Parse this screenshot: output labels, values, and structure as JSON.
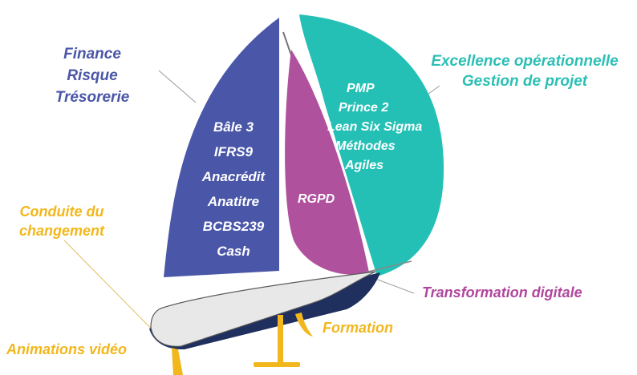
{
  "labels": {
    "left_topics": [
      "Finance",
      "Risque",
      "Trésorerie"
    ],
    "right_topics": [
      "Excellence opérationnelle",
      "Gestion de projet"
    ],
    "blue_sail_items": [
      "Bâle 3",
      "IFRS9",
      "Anacrédit",
      "Anatitre",
      "BCBS239",
      "Cash"
    ],
    "teal_sail_items": [
      "PMP",
      "Prince 2",
      "Lean Six Sigma",
      "Méthodes",
      "Agiles"
    ],
    "magenta_sail_item": "RGPD",
    "change_management": [
      "Conduite du",
      "changement"
    ],
    "digital_transformation": "Transformation digitale",
    "training": "Formation",
    "video_animations": "Animations vidéo"
  },
  "colors": {
    "blue_sail": "#4a56a8",
    "teal_sail": "#25c0b5",
    "magenta_sail": "#b0519e",
    "yellow": "#f2b71c",
    "hull_light": "#e8e8e8",
    "hull_dark": "#1f2f5e"
  }
}
